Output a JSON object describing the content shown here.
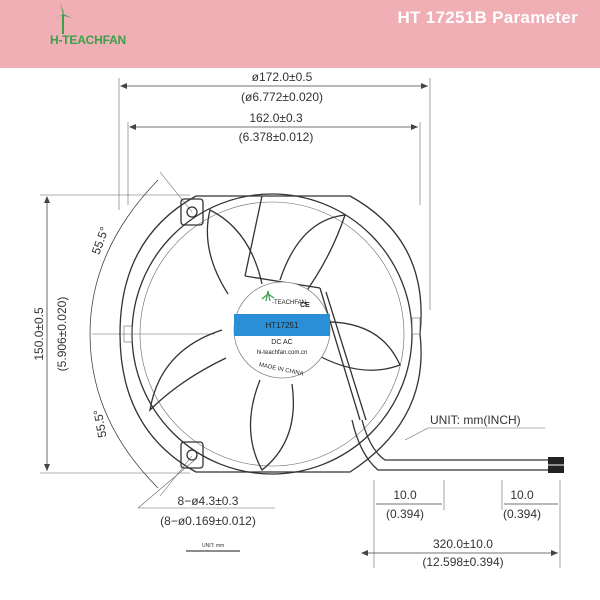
{
  "header": {
    "title": "HT 17251B Parameter",
    "logo_text_prefix": "H",
    "logo_text_rest": "-TEACHFAN"
  },
  "dimensions": {
    "outer_diameter_mm": "ø172.0±0.5",
    "outer_diameter_in": "(ø6.772±0.020)",
    "hole_spacing_mm": "162.0±0.3",
    "hole_spacing_in": "(6.378±0.012)",
    "height_mm": "150.0±0.5",
    "height_in": "(5.906±0.020)",
    "angle_top": "55.5°",
    "angle_bottom": "55.5°",
    "holes_mm": "8−ø4.3±0.3",
    "holes_in": "(8−ø0.169±0.012)",
    "strip_left_mm": "10.0",
    "strip_left_in": "(0.394)",
    "strip_right_mm": "10.0",
    "strip_right_in": "(0.394)",
    "lead_mm": "320.0±10.0",
    "lead_in": "(12.598±0.394)",
    "unit_note": "UNIT:  mm(INCH)",
    "unit_small": "UNIT: mm"
  },
  "label": {
    "brand": "-TEACHFAN",
    "model": "HT17251",
    "power": "DC  AC",
    "website": "hi-teachfan.com.cn",
    "origin": "MADE IN CHINA",
    "ce_mark": "CE"
  },
  "colors": {
    "header_bg": "#f0aeb5",
    "label_band": "#2a8fd6",
    "logo_green": "#3aa04a"
  }
}
